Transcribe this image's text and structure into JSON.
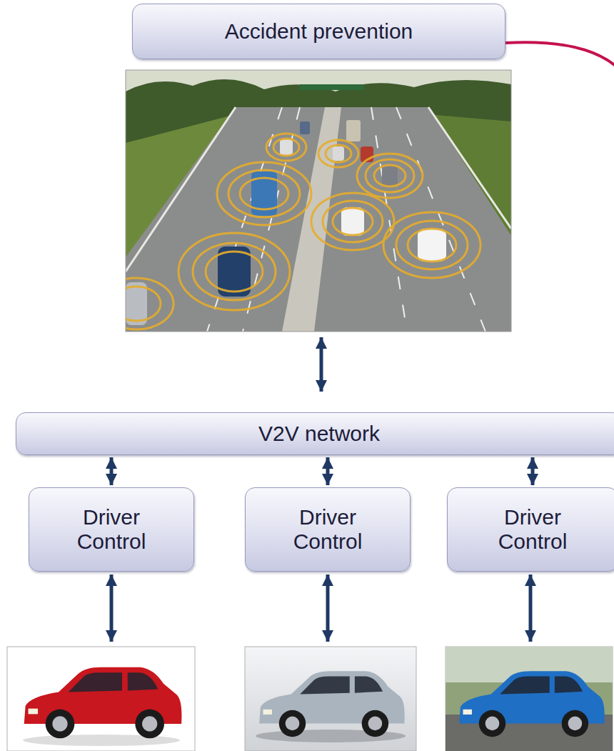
{
  "diagram": {
    "nodes": [
      {
        "text": [
          "Accident prevention"
        ]
      },
      {
        "text": [
          "V2V network"
        ]
      },
      {
        "text": [
          "Driver Control"
        ]
      },
      {
        "text": [
          "Driver Control"
        ]
      },
      {
        "text": [
          "Driver Control"
        ]
      }
    ],
    "edges": [
      {
        "from": 1,
        "to": 2,
        "arrow": "both"
      },
      {
        "from": 1,
        "to": 3,
        "arrow": "both"
      },
      {
        "from": 1,
        "to": 4,
        "arrow": "both"
      }
    ]
  }
}
